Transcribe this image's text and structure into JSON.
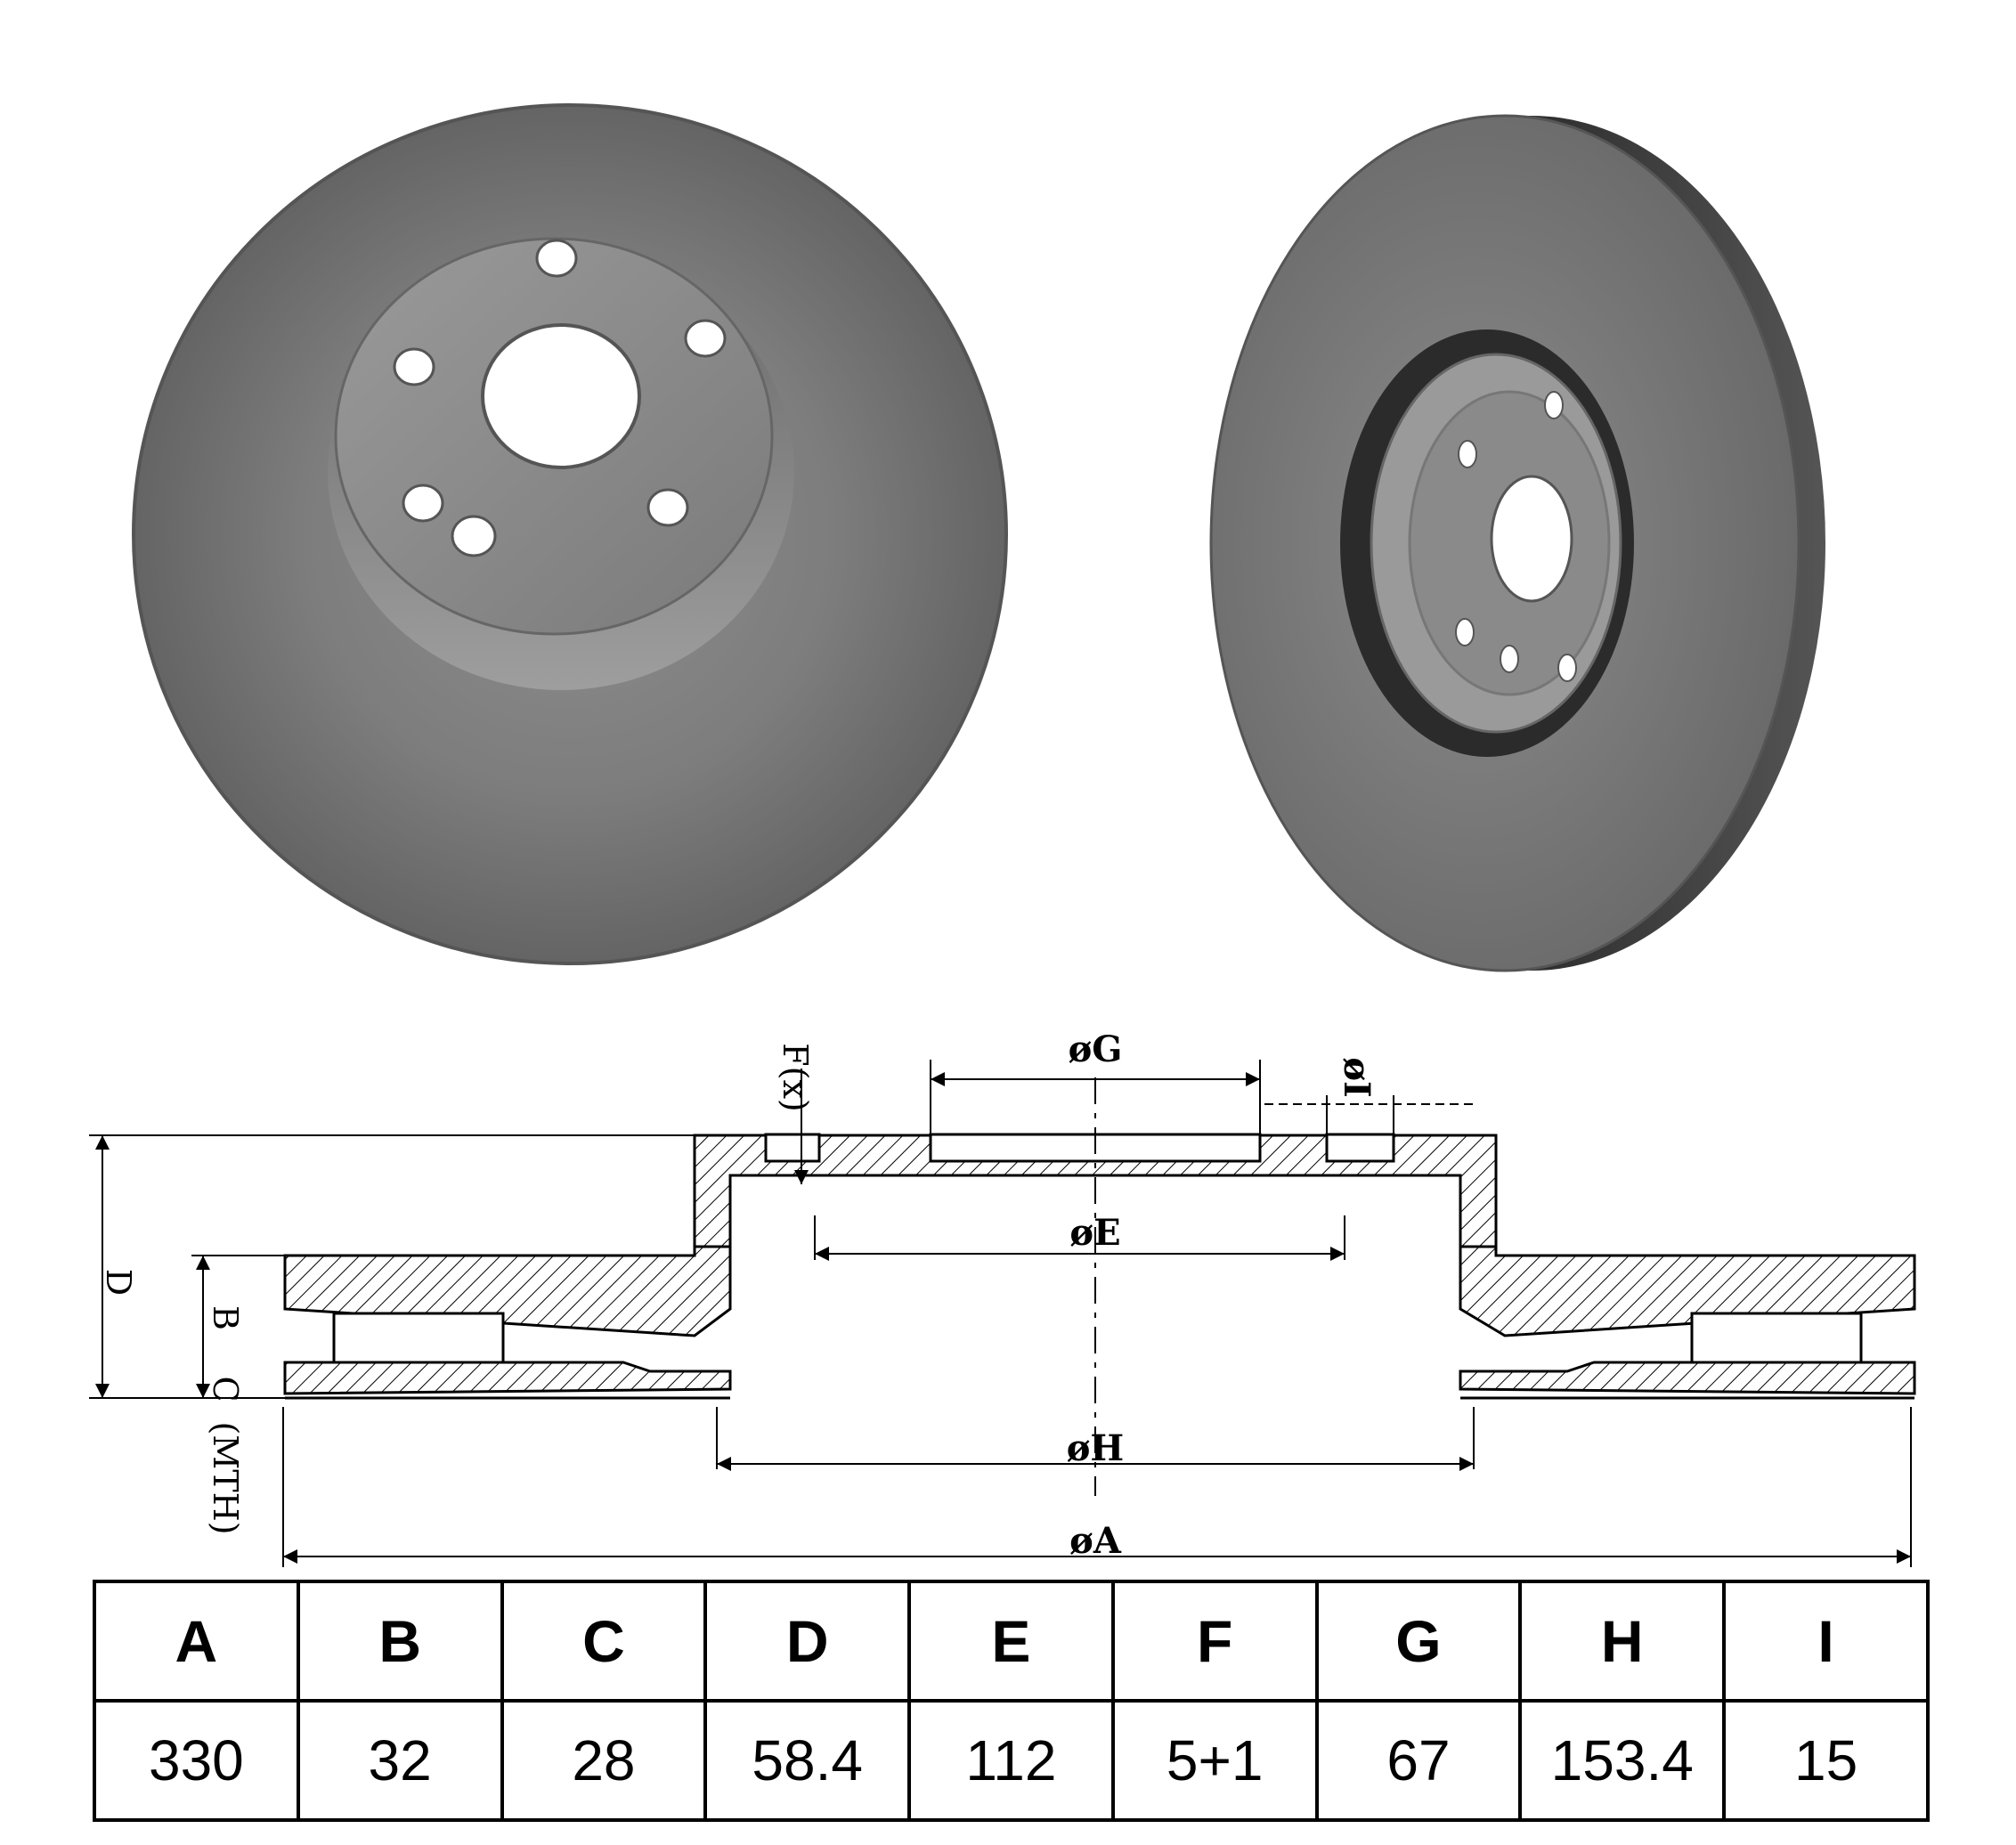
{
  "drawing_labels": {
    "g": "øG",
    "i": "øI",
    "f": "F(x)",
    "e": "øE",
    "h": "øH",
    "a": "øA",
    "d": "D",
    "b": "B",
    "c": "C",
    "mth": "(MTH)"
  },
  "spec_table": {
    "headers": [
      "A",
      "B",
      "C",
      "D",
      "E",
      "F",
      "G",
      "H",
      "I"
    ],
    "values": [
      "330",
      "32",
      "28",
      "58.4",
      "112",
      "5+1",
      "67",
      "153.4",
      "15"
    ]
  }
}
